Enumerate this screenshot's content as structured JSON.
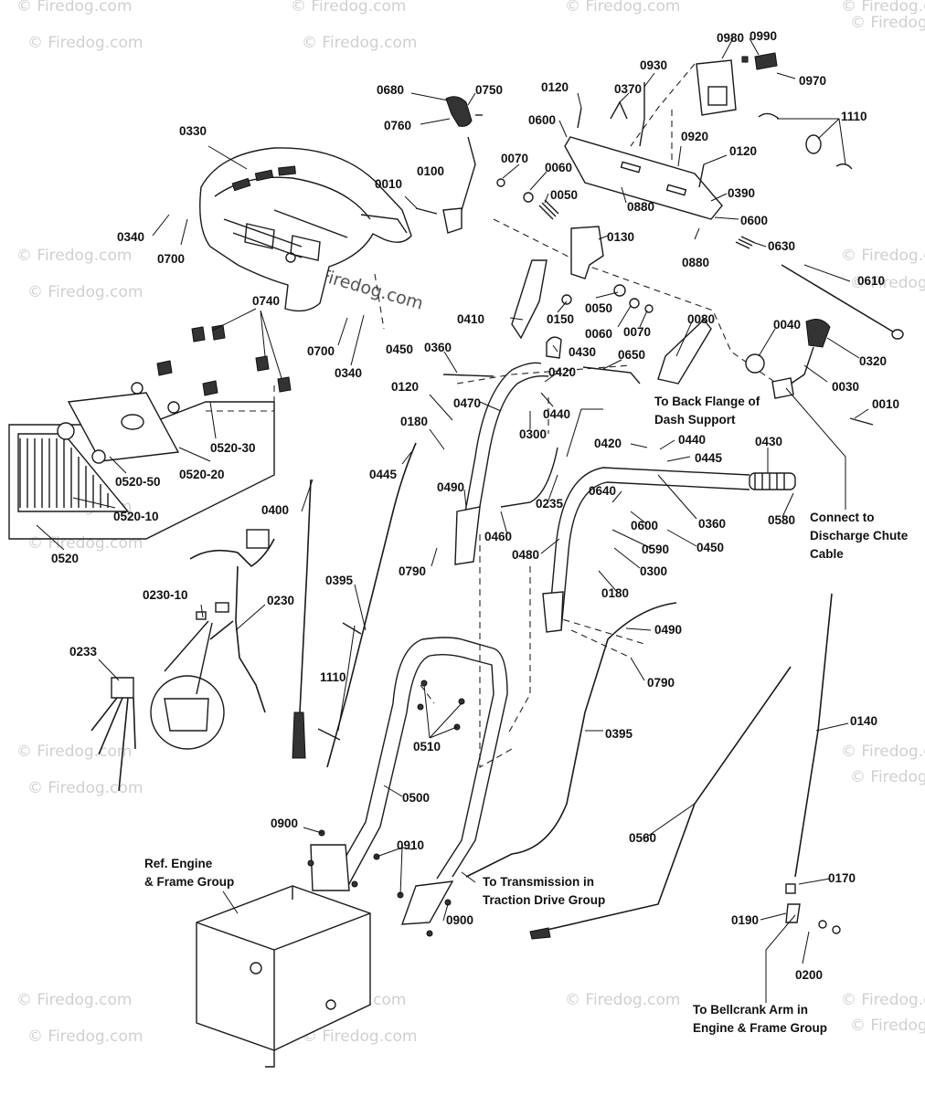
{
  "watermark": {
    "text": "© Firedog.com"
  },
  "center_watermark": "© Firedog.com",
  "callouts": [
    {
      "id": "0980",
      "text": "0980"
    },
    {
      "id": "0990",
      "text": "0990"
    },
    {
      "id": "0970",
      "text": "0970"
    },
    {
      "id": "0930",
      "text": "0930"
    },
    {
      "id": "0120a",
      "text": "0120"
    },
    {
      "id": "0370",
      "text": "0370"
    },
    {
      "id": "0680",
      "text": "0680"
    },
    {
      "id": "0750",
      "text": "0750"
    },
    {
      "id": "0760",
      "text": "0760"
    },
    {
      "id": "1110a",
      "text": "1110"
    },
    {
      "id": "0600a",
      "text": "0600"
    },
    {
      "id": "0920",
      "text": "0920"
    },
    {
      "id": "0120b",
      "text": "0120"
    },
    {
      "id": "0330",
      "text": "0330"
    },
    {
      "id": "0070a",
      "text": "0070"
    },
    {
      "id": "0060a",
      "text": "0060"
    },
    {
      "id": "0100",
      "text": "0100"
    },
    {
      "id": "0010a",
      "text": "0010"
    },
    {
      "id": "0050a",
      "text": "0050"
    },
    {
      "id": "0880a",
      "text": "0880"
    },
    {
      "id": "0390",
      "text": "0390"
    },
    {
      "id": "0600b",
      "text": "0600"
    },
    {
      "id": "0130",
      "text": "0130"
    },
    {
      "id": "0340a",
      "text": "0340"
    },
    {
      "id": "0700a",
      "text": "0700"
    },
    {
      "id": "0880b",
      "text": "0880"
    },
    {
      "id": "0630",
      "text": "0630"
    },
    {
      "id": "0610",
      "text": "0610"
    },
    {
      "id": "0740",
      "text": "0740"
    },
    {
      "id": "0410",
      "text": "0410"
    },
    {
      "id": "0050b",
      "text": "0050"
    },
    {
      "id": "0150",
      "text": "0150"
    },
    {
      "id": "0080",
      "text": "0080"
    },
    {
      "id": "0040",
      "text": "0040"
    },
    {
      "id": "0060b",
      "text": "0060"
    },
    {
      "id": "0070b",
      "text": "0070"
    },
    {
      "id": "0320",
      "text": "0320"
    },
    {
      "id": "0700b",
      "text": "0700"
    },
    {
      "id": "0450a",
      "text": "0450"
    },
    {
      "id": "0360a",
      "text": "0360"
    },
    {
      "id": "0430a",
      "text": "0430"
    },
    {
      "id": "0650",
      "text": "0650"
    },
    {
      "id": "0340b",
      "text": "0340"
    },
    {
      "id": "0420a",
      "text": "0420"
    },
    {
      "id": "0030",
      "text": "0030"
    },
    {
      "id": "0120c",
      "text": "0120"
    },
    {
      "id": "0470",
      "text": "0470"
    },
    {
      "id": "0440a",
      "text": "0440"
    },
    {
      "id": "0010b",
      "text": "0010"
    },
    {
      "id": "0180a",
      "text": "0180"
    },
    {
      "id": "0300a",
      "text": "0300"
    },
    {
      "id": "0520-30",
      "text": "0520-30"
    },
    {
      "id": "0520-20",
      "text": "0520-20"
    },
    {
      "id": "0520-50",
      "text": "0520-50"
    },
    {
      "id": "0420b",
      "text": "0420"
    },
    {
      "id": "0440b",
      "text": "0440"
    },
    {
      "id": "0430b",
      "text": "0430"
    },
    {
      "id": "0445a",
      "text": "0445"
    },
    {
      "id": "0445b",
      "text": "0445"
    },
    {
      "id": "0520-10",
      "text": "0520-10"
    },
    {
      "id": "0490a",
      "text": "0490"
    },
    {
      "id": "0235",
      "text": "0235"
    },
    {
      "id": "0640",
      "text": "0640"
    },
    {
      "id": "0360b",
      "text": "0360"
    },
    {
      "id": "0580",
      "text": "0580"
    },
    {
      "id": "0520",
      "text": "0520"
    },
    {
      "id": "0400",
      "text": "0400"
    },
    {
      "id": "0460",
      "text": "0460"
    },
    {
      "id": "0600c",
      "text": "0600"
    },
    {
      "id": "0590",
      "text": "0590"
    },
    {
      "id": "0450b",
      "text": "0450"
    },
    {
      "id": "0790a",
      "text": "0790"
    },
    {
      "id": "0480",
      "text": "0480"
    },
    {
      "id": "0300b",
      "text": "0300"
    },
    {
      "id": "0395a",
      "text": "0395"
    },
    {
      "id": "0180b",
      "text": "0180"
    },
    {
      "id": "0230-10",
      "text": "0230-10"
    },
    {
      "id": "0230",
      "text": "0230"
    },
    {
      "id": "0490b",
      "text": "0490"
    },
    {
      "id": "1110b",
      "text": "1110"
    },
    {
      "id": "0233",
      "text": "0233"
    },
    {
      "id": "0790b",
      "text": "0790"
    },
    {
      "id": "0140",
      "text": "0140"
    },
    {
      "id": "0510",
      "text": "0510"
    },
    {
      "id": "0395b",
      "text": "0395"
    },
    {
      "id": "0500",
      "text": "0500"
    },
    {
      "id": "0900a",
      "text": "0900"
    },
    {
      "id": "0910",
      "text": "0910"
    },
    {
      "id": "0560",
      "text": "0560"
    },
    {
      "id": "0170",
      "text": "0170"
    },
    {
      "id": "0900b",
      "text": "0900"
    },
    {
      "id": "0190",
      "text": "0190"
    },
    {
      "id": "0200",
      "text": "0200"
    }
  ],
  "notes": {
    "back_flange": [
      "To Back Flange of",
      "Dash Support"
    ],
    "discharge": [
      "Connect to",
      "Discharge Chute",
      "Cable"
    ],
    "ref_engine": [
      "Ref. Engine",
      "& Frame Group"
    ],
    "transmission": [
      "To Transmission in",
      "Traction Drive Group"
    ],
    "bellcrank": [
      "To Bellcrank Arm in",
      "Engine & Frame Group"
    ]
  }
}
